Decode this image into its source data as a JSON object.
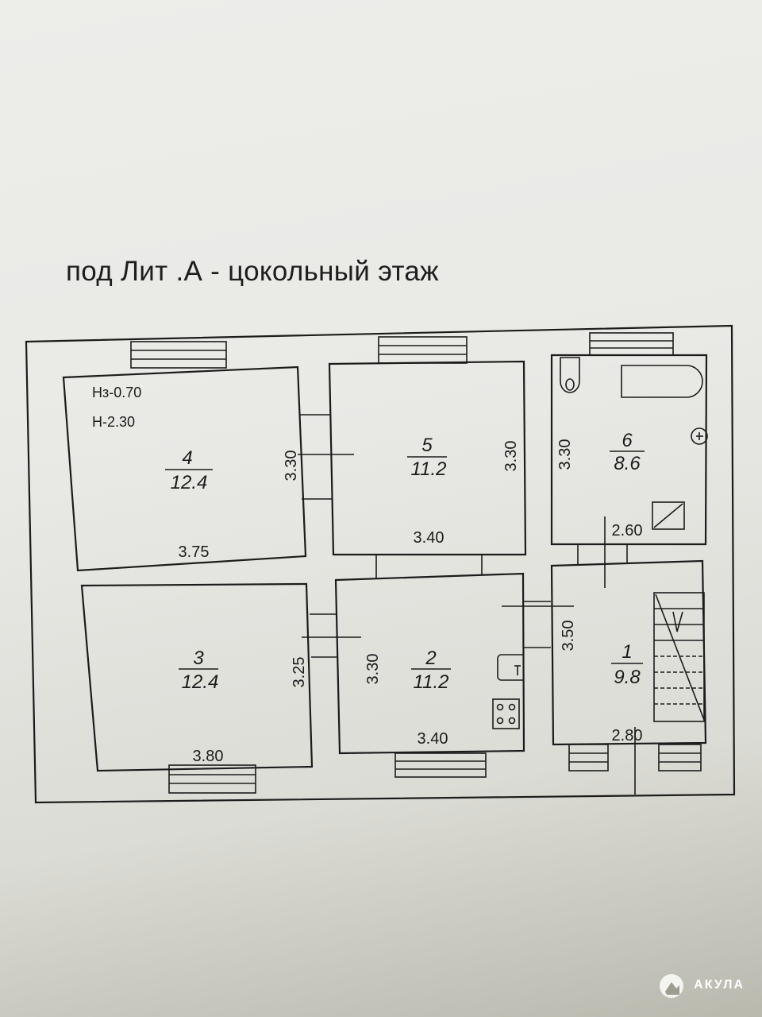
{
  "title": "под Лит .А - цокольный этаж",
  "heights": {
    "ground": "Нз-0.70",
    "ceiling": "Н-2.30"
  },
  "rooms": [
    {
      "number": "1",
      "area": "9.8",
      "width": "2.80",
      "length": "3.50"
    },
    {
      "number": "2",
      "area": "11.2",
      "width": "3.40",
      "length": "3.30"
    },
    {
      "number": "3",
      "area": "12.4",
      "width": "3.80",
      "length": "3.25"
    },
    {
      "number": "4",
      "area": "12.4",
      "width": "3.75",
      "length": "3.30"
    },
    {
      "number": "5",
      "area": "11.2",
      "width": "3.40",
      "length": "3.30"
    },
    {
      "number": "6",
      "area": "8.6",
      "width": "2.60",
      "length": "3.30"
    }
  ],
  "watermark": {
    "brand": "АКУЛА"
  },
  "colors": {
    "ink": "#1c1c1c",
    "paper": "#ededea"
  }
}
